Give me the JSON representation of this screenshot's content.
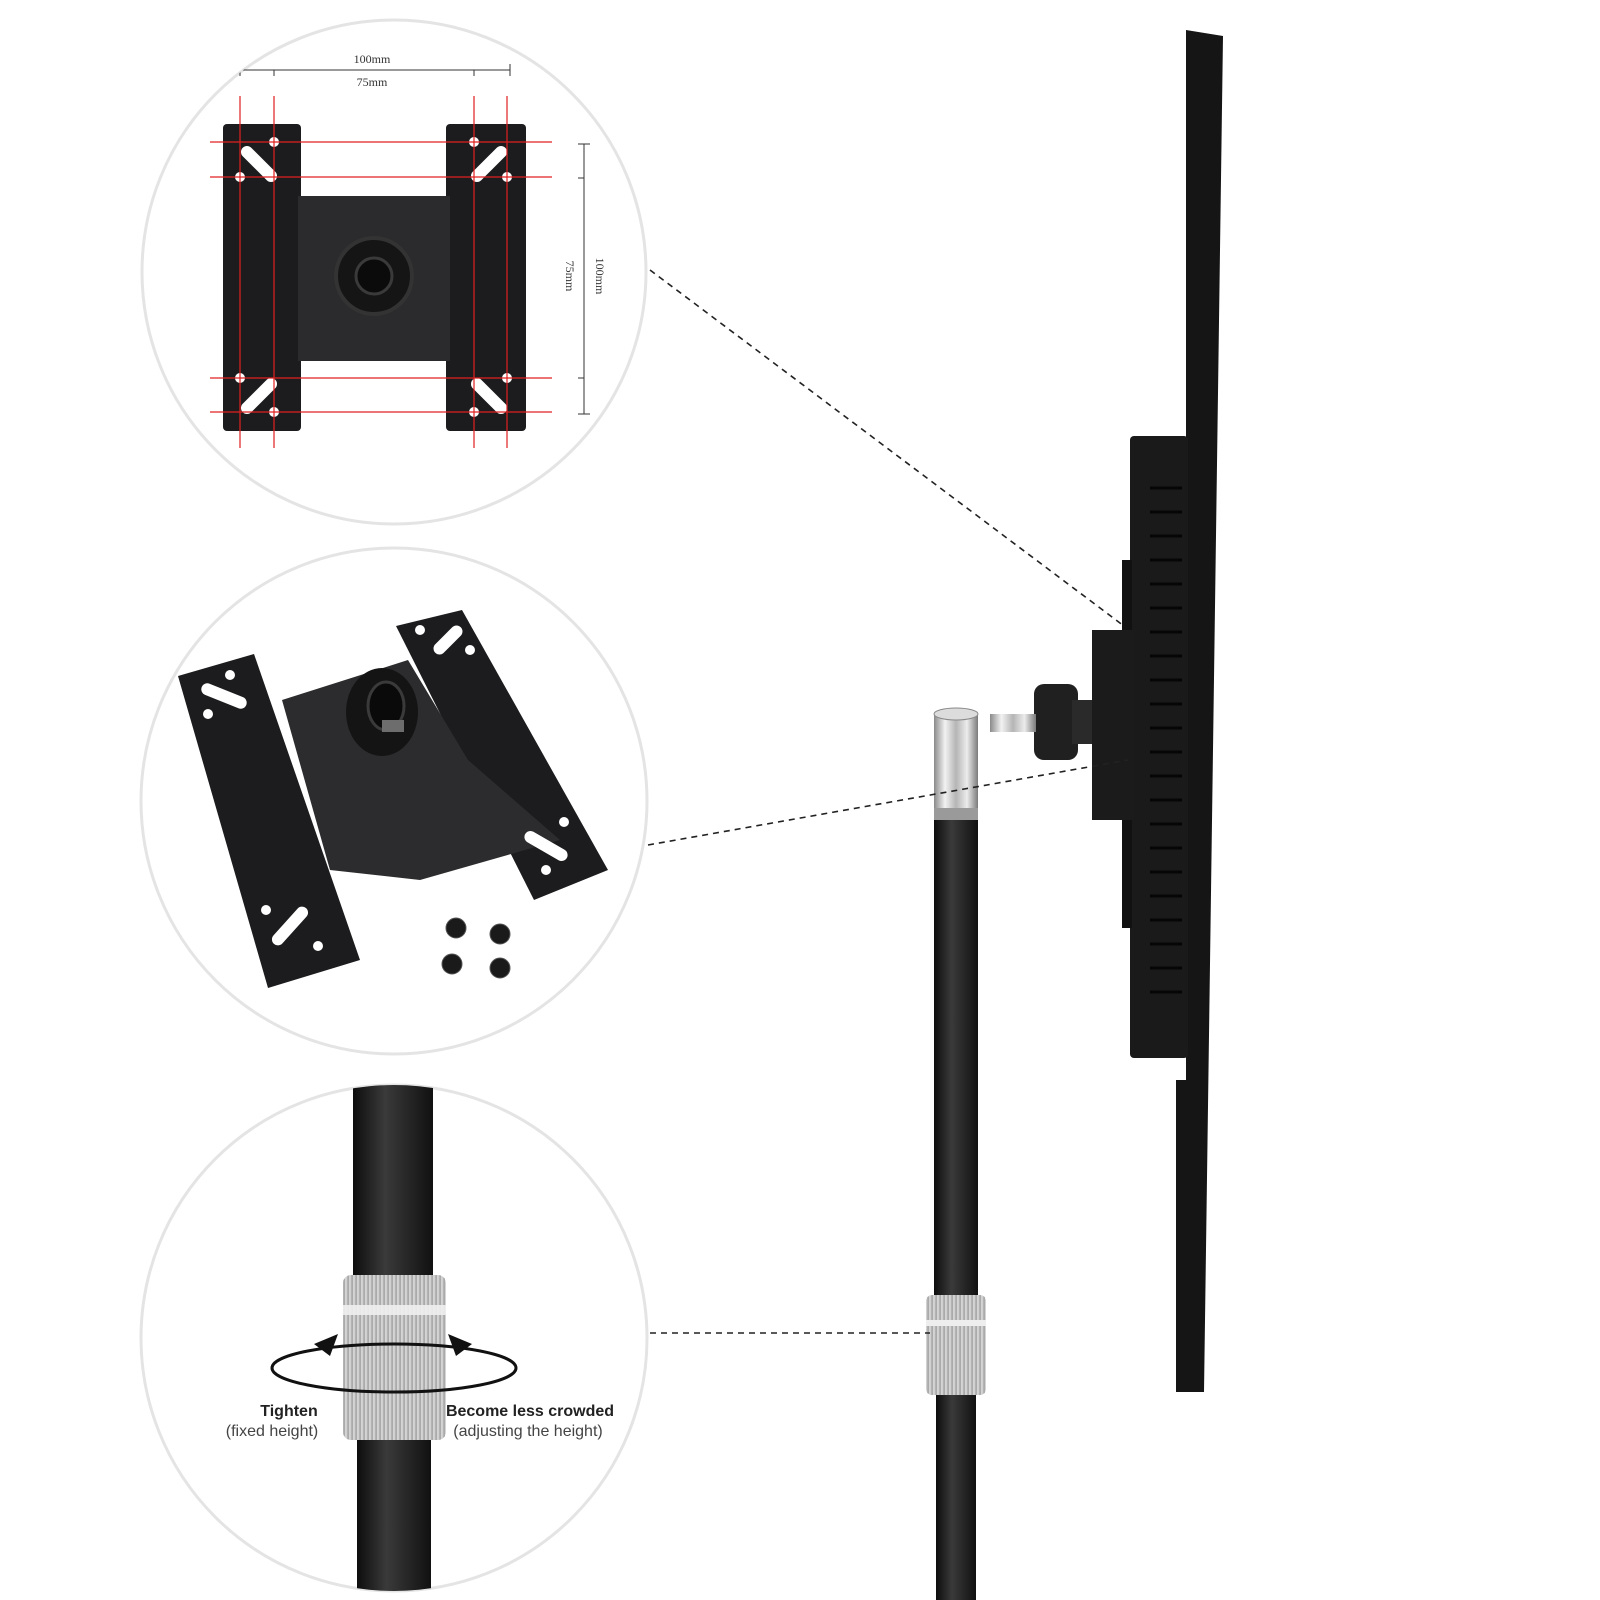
{
  "dimensions": {
    "horizontal_outer": "100mm",
    "horizontal_inner": "75mm",
    "vertical_outer": "100mm",
    "vertical_inner": "75mm"
  },
  "captions": {
    "tighten_title": "Tighten",
    "tighten_sub": "(fixed height)",
    "loosen_title": "Become less crowded",
    "loosen_sub": "(adjusting the height)"
  },
  "colors": {
    "metal": "#1c1c1e",
    "guide_red": "#e02020",
    "chrome": "#c8c8c8",
    "circle_border": "#e4e4e4"
  }
}
